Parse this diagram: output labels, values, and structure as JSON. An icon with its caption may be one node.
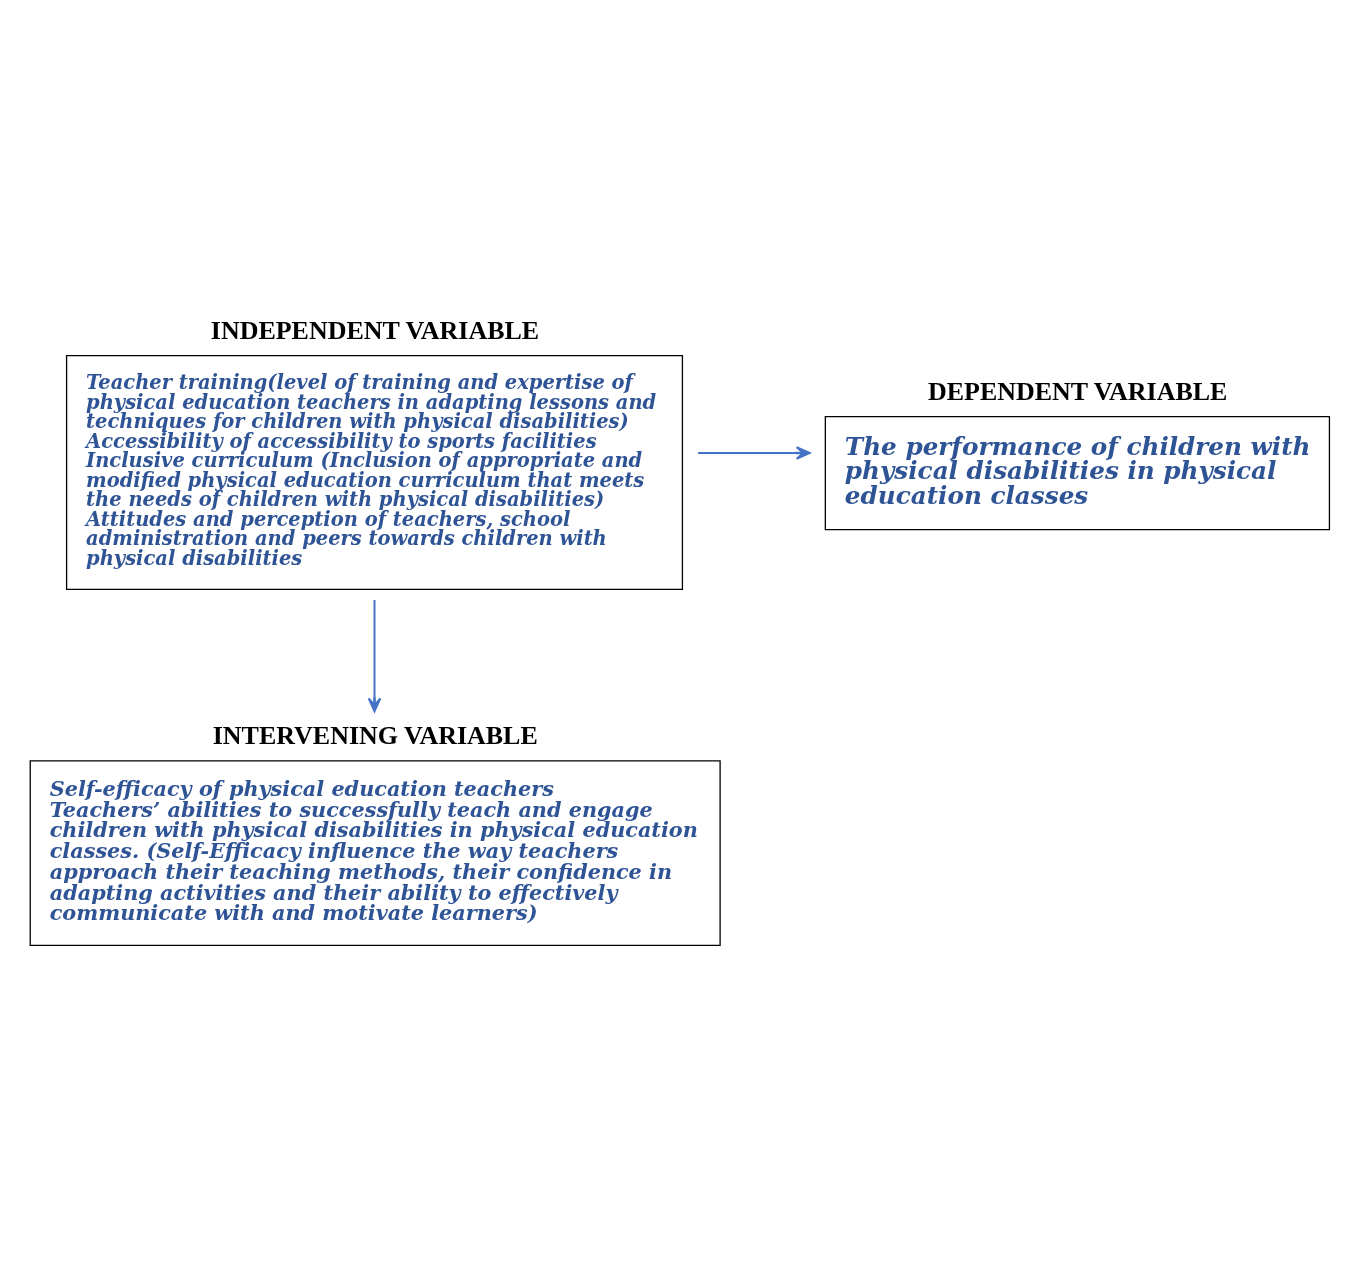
{
  "diagram": {
    "nodes": [
      {
        "text": [
          "INDEPENDENT VARIABLE",
          "Teacher training(level of training and expertise of physical education teachers in adapting lessons and techniques for children with physical disabilities)",
          "Accessibility of accessibility to sports facilities",
          "Inclusive curriculum (Inclusion of appropriate and modified physical education curriculum that meets the needs of children with physical disabilities)",
          "Attitudes and perception of teachers, school administration and peers towards children with physical disabilities"
        ]
      },
      {
        "text": [
          "DEPENDENT VARIABLE",
          "The performance of children with physical disabilities in physical education classes"
        ]
      },
      {
        "text": [
          "INTERVENING VARIABLE",
          "Self-efficacy of physical education teachers",
          "Teachers’ abilities to successfully teach and engage children with physical disabilities in physical education classes. (Self-Efficacy influence the way teachers approach their teaching methods, their confidence in adapting activities and their ability to effectively communicate with and motivate learners)"
        ]
      }
    ],
    "edges": [
      {
        "from": 0,
        "to": 1,
        "arrow": "to"
      },
      {
        "from": 0,
        "to": 2,
        "arrow": "to"
      }
    ]
  }
}
